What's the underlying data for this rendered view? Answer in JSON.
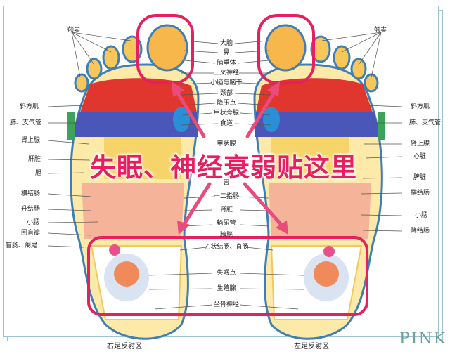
{
  "main_title": "失眠、神经衰弱贴这里",
  "watermark": "PINK",
  "footers": {
    "right_foot": "右足反射区",
    "left_foot": "左足反射区"
  },
  "labels": {
    "sinus_left": "额窦",
    "sinus_right": "额窦",
    "trapezius_left": "斜方肌",
    "trapezius_right": "斜方肌",
    "lung_left": "肺、支气管",
    "lung_right": "肺、支气管",
    "adrenal_left": "肾上腺",
    "adrenal_right": "肾上腺",
    "liver": "肝脏",
    "heart": "心脏",
    "gallbladder": "胆",
    "spleen": "脾脏",
    "transverse_colon_left": "横结肠",
    "transverse_colon_right": "横结肠",
    "ascending_colon": "升结肠",
    "small_intestine_left": "小肠",
    "small_intestine_right": "小肠",
    "ileocecal": "回盲瓣",
    "cecum_appendix": "盲肠、阑尾",
    "descending_colon": "降结肠",
    "c_brain": "大脑",
    "c_nose": "鼻",
    "c_pituitary": "脑垂体",
    "c_trigeminal": "三叉神经",
    "c_cerebellum": "小脑与脑干",
    "c_neck": "颈部",
    "c_bp": "降压点",
    "c_parathyroid": "甲状旁腺",
    "c_esophagus": "食道",
    "c_thyroid": "甲状腺",
    "c_stomach": "胃",
    "c_duodenum": "十二指肠",
    "c_kidney": "肾脏",
    "c_ureter": "输尿管",
    "c_bladder": "膀胱",
    "c_sigmoid": "乙状结肠、直肠",
    "c_insomnia": "失眠点",
    "c_gonad": "生殖腺",
    "c_sciatic": "坐骨神经"
  },
  "colors": {
    "accent": "#e6205e",
    "arrow": "#e94b7a",
    "frame": "#9ec3d6"
  }
}
